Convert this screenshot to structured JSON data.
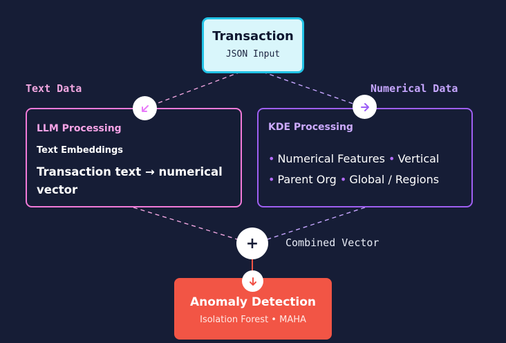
{
  "colors": {
    "background": "#161d36",
    "transaction_fill": "#d9f6fb",
    "transaction_border": "#22c3e6",
    "text_accent": "#f27ad9",
    "numeric_accent": "#9f5ff2",
    "anomaly_fill": "#f25545"
  },
  "transaction": {
    "title": "Transaction",
    "subtitle": "JSON Input"
  },
  "labels": {
    "text_data": "Text Data",
    "numerical_data": "Numerical Data"
  },
  "llm": {
    "heading": "LLM Processing",
    "sub": "Text Embeddings",
    "desc_part1": "Transaction text",
    "desc_arrow": "→",
    "desc_part2": "numerical vector"
  },
  "kde": {
    "heading": "KDE Processing",
    "bullet": "•",
    "features": [
      "Numerical Features",
      "Vertical",
      "Parent Org",
      "Global / Regions"
    ]
  },
  "combined": {
    "symbol": "+",
    "label": "Combined Vector"
  },
  "anomaly": {
    "title": "Anomaly Detection",
    "subtitle": "Isolation Forest • MAHA"
  },
  "icons": {
    "left_arrow": "arrow-down-left-icon",
    "right_arrow": "arrow-right-icon",
    "down_arrow": "arrow-down-icon"
  }
}
